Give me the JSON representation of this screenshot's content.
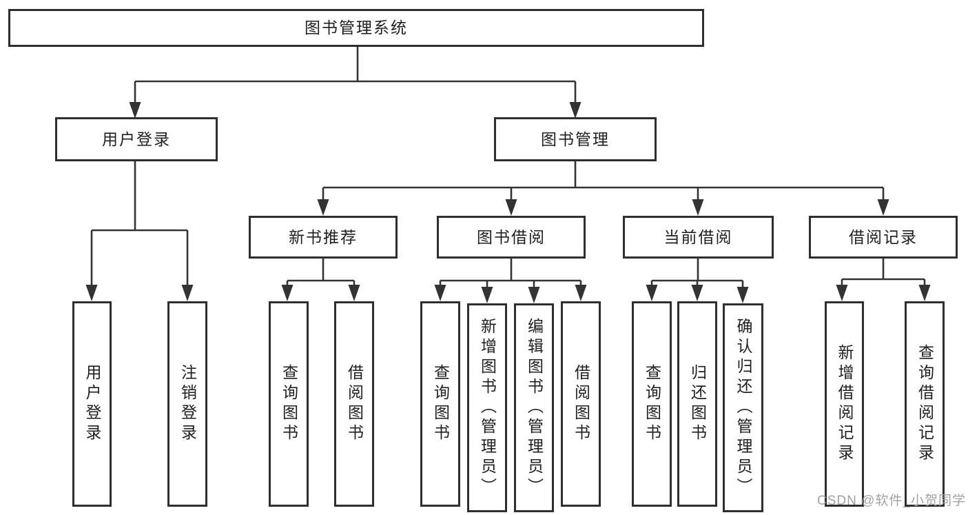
{
  "tree": {
    "root": {
      "label": "图书管理系统"
    },
    "user_branch": {
      "label": "用户登录",
      "children": [
        {
          "label": "用户登录"
        },
        {
          "label": "注销登录"
        }
      ]
    },
    "book_branch": {
      "label": "图书管理",
      "groups": [
        {
          "label": "新书推荐",
          "children": [
            {
              "label": "查询图书"
            },
            {
              "label": "借阅图书"
            }
          ]
        },
        {
          "label": "图书借阅",
          "children": [
            {
              "label": "查询图书"
            },
            {
              "label": "新增图书（管理员）"
            },
            {
              "label": "编辑图书（管理员）"
            },
            {
              "label": "借阅图书"
            }
          ]
        },
        {
          "label": "当前借阅",
          "children": [
            {
              "label": "查询图书"
            },
            {
              "label": "归还图书"
            },
            {
              "label": "确认归还（管理员）"
            }
          ]
        },
        {
          "label": "借阅记录",
          "children": [
            {
              "label": "新增借阅记录"
            },
            {
              "label": "查询借阅记录"
            }
          ]
        }
      ]
    }
  },
  "watermark": {
    "text": "CSDN @软件_小贺同学"
  },
  "colors": {
    "line": "#333333",
    "box_border": "#2e2e2e",
    "text": "#1f1f1f",
    "watermark": "#a2a2a2",
    "background": "#ffffff"
  }
}
